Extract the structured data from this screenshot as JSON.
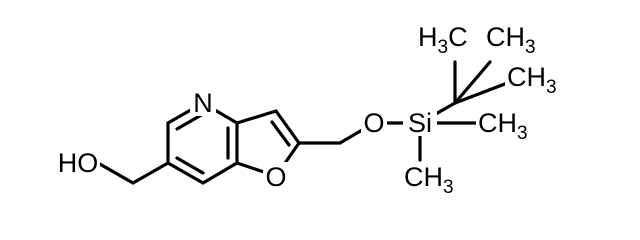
{
  "diagram": {
    "type": "chemical-structure",
    "colors": {
      "bond": "#000000",
      "text": "#000000",
      "background": "#ffffff"
    },
    "atoms": {
      "oh": "HO",
      "n_ring": "N",
      "o_furan": "O",
      "o_ether": "O",
      "si": "Si"
    },
    "methyl_groups": {
      "tbu_left": {
        "main": "H",
        "sub": "3",
        "tail": "C"
      },
      "tbu_right_top": {
        "main": "CH",
        "sub": "3"
      },
      "tbu_right_mid": {
        "main": "CH",
        "sub": "3"
      },
      "si_right": {
        "main": "CH",
        "sub": "3"
      },
      "si_down": {
        "main": "CH",
        "sub": "3"
      }
    }
  }
}
